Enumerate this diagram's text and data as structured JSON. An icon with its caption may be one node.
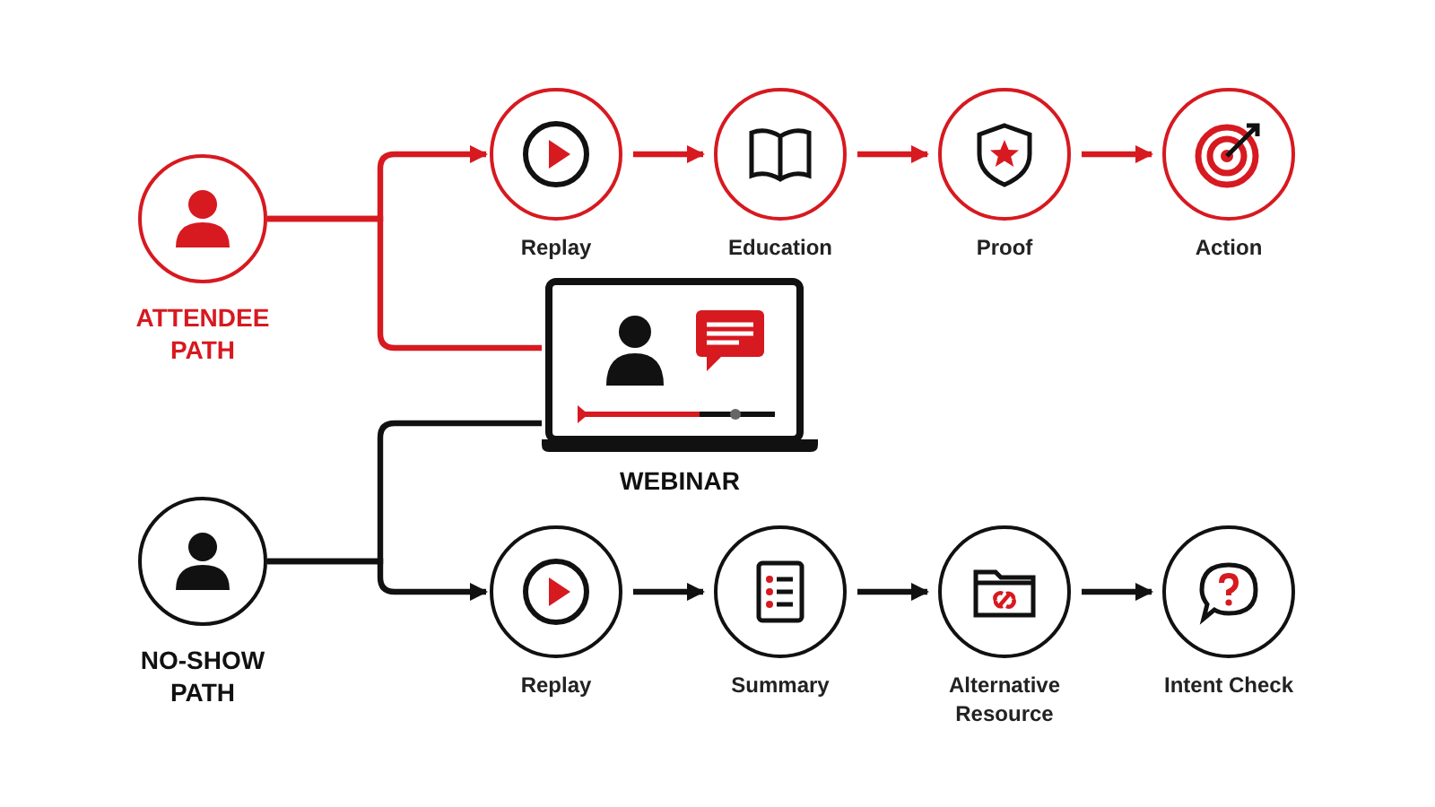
{
  "diagram": {
    "nodes": [
      {
        "text": [
          "ATTENDEE PATH"
        ]
      },
      {
        "text": [
          "Replay"
        ]
      },
      {
        "text": [
          "Education"
        ]
      },
      {
        "text": [
          "Proof"
        ]
      },
      {
        "text": [
          "Action"
        ]
      },
      {
        "text": [
          "WEBINAR"
        ]
      },
      {
        "text": [
          "NO-SHOW PATH"
        ]
      },
      {
        "text": [
          "Replay"
        ]
      },
      {
        "text": [
          "Summary"
        ]
      },
      {
        "text": [
          "Alternative Resource"
        ]
      },
      {
        "text": [
          "Intent Check"
        ]
      }
    ],
    "edges": [
      {
        "from": 0,
        "to": 1,
        "arrow": "to",
        "color": "#d71920"
      },
      {
        "from": 0,
        "to": 5,
        "arrow": "none",
        "color": "#d71920"
      },
      {
        "from": 1,
        "to": 2,
        "arrow": "to",
        "color": "#d71920"
      },
      {
        "from": 2,
        "to": 3,
        "arrow": "to",
        "color": "#d71920"
      },
      {
        "from": 3,
        "to": 4,
        "arrow": "to",
        "color": "#d71920"
      },
      {
        "from": 6,
        "to": 5,
        "arrow": "none",
        "color": "#111111"
      },
      {
        "from": 6,
        "to": 7,
        "arrow": "to",
        "color": "#111111"
      },
      {
        "from": 7,
        "to": 8,
        "arrow": "to",
        "color": "#111111"
      },
      {
        "from": 8,
        "to": 9,
        "arrow": "to",
        "color": "#111111"
      },
      {
        "from": 9,
        "to": 10,
        "arrow": "to",
        "color": "#111111"
      }
    ]
  }
}
